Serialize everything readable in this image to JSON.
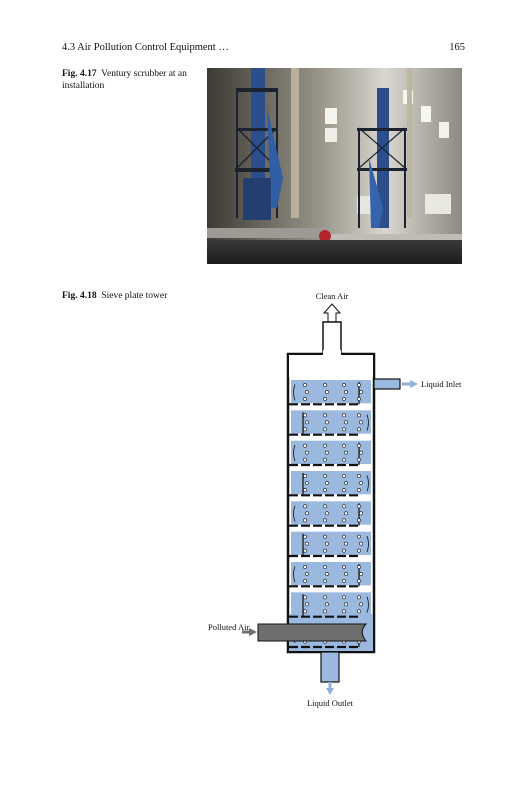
{
  "header": {
    "section": "4.3   Air Pollution Control Equipment …",
    "page_number": "165"
  },
  "figure_4_17": {
    "label": "Fig. 4.17",
    "caption": "Ventury scrubber at an installation"
  },
  "figure_4_18": {
    "label": "Fig. 4.18",
    "caption": "Sieve plate tower",
    "labels": {
      "clean_air": "Clean Air",
      "liquid_inlet": "Liquid Inlet",
      "polluted_air": "Polluted Air",
      "liquid_outlet": "Liquid Outlet"
    }
  },
  "colors": {
    "liquid": "#9bb9df",
    "arrow": "#8fb0d8",
    "gas_pipe": "#6e6e6e",
    "wall": "#111111"
  }
}
